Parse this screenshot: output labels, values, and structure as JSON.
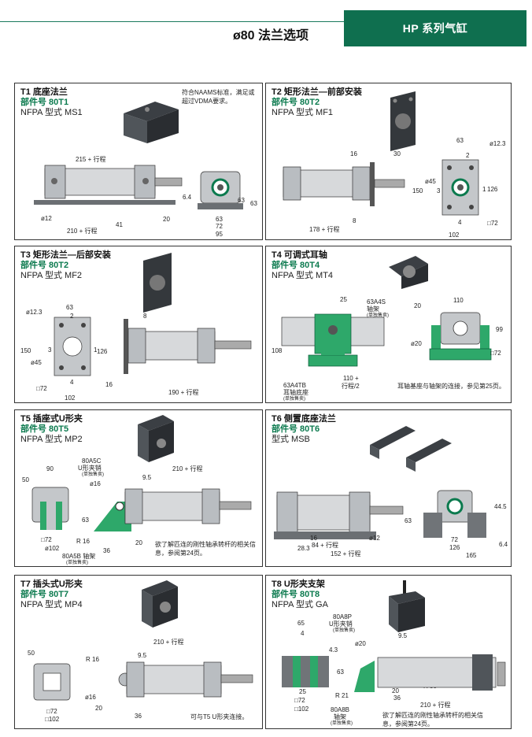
{
  "header": {
    "title": "ø80 法兰选项",
    "series": "HP 系列气缸"
  },
  "panels": [
    {
      "id": "T1",
      "title": "T1 底座法兰",
      "part": "部件号 80T1",
      "style": "NFPA 型式 MS1",
      "note": "符合NAAMS标准，满足或超过VDMA要求。",
      "dims": [
        "215 + 行程",
        "ø12",
        "210 + 行程",
        "41",
        "20",
        "6.4",
        "63",
        "63",
        "72",
        "95",
        "63"
      ]
    },
    {
      "id": "T2",
      "title": "T2 矩形法兰—前部安装",
      "part": "部件号 80T2",
      "style": "NFPA 型式 MF1",
      "dims": [
        "16",
        "30",
        "63",
        "ø12.3",
        "2",
        "ø45",
        "150",
        "3",
        "126",
        "1",
        "4",
        "8",
        "178 + 行程",
        "□72",
        "102"
      ]
    },
    {
      "id": "T3",
      "title": "T3 矩形法兰—后部安装",
      "part": "部件号 80T2",
      "style": "NFPA 型式 MF2",
      "dims": [
        "ø12.3",
        "63",
        "2",
        "8",
        "150",
        "3",
        "1",
        "126",
        "ø45",
        "4",
        "□72",
        "102",
        "16",
        "190 + 行程"
      ]
    },
    {
      "id": "T4",
      "title": "T4 可调式耳轴",
      "part": "部件号 80T4",
      "style": "NFPA 型式 MT4",
      "dims": [
        "25",
        "63A4S",
        "轴架",
        "(单独售卖)",
        "108",
        "110 +",
        "行程/2",
        "63A4TB",
        "耳轴底座",
        "(单独售卖)",
        "110",
        "20",
        "99",
        "ø20",
        "□72"
      ],
      "note": "耳轴基座与轴架的连接，参见第25页。"
    },
    {
      "id": "T5",
      "title": "T5 插座式U形夹",
      "part": "部件号 80T5",
      "style": "NFPA 型式 MP2",
      "dims": [
        "90",
        "80A5C",
        "U形夹销",
        "(单独售卖)",
        "50",
        "ø16",
        "9.5",
        "210 + 行程",
        "63",
        "□72",
        "R 16",
        "ø102",
        "20",
        "36",
        "80A5B 轴架",
        "(单独售卖)"
      ],
      "note": "欲了解匹连的刚性轴承转杆的相关信息，参阅第24页。"
    },
    {
      "id": "T6",
      "title": "T6 侧置底座法兰",
      "part": "部件号 80T6",
      "style": "型式 MSB",
      "dims": [
        "63",
        "ø12",
        "16",
        "84 + 行程",
        "28.3",
        "152 + 行程",
        "44.5",
        "72",
        "126",
        "6.4",
        "165"
      ]
    },
    {
      "id": "T7",
      "title": "T7 插头式U形夹",
      "part": "部件号 80T7",
      "style": "NFPA 型式 MP4",
      "dims": [
        "50",
        "210 + 行程",
        "R 16",
        "9.5",
        "ø16",
        "20",
        "36",
        "□72",
        "□102"
      ],
      "note": "可与T5 U形夹连接。"
    },
    {
      "id": "T8",
      "title": "T8 U形夹支架",
      "part": "部件号 80T8",
      "style": "NFPA 型式 GA",
      "dims": [
        "65",
        "80A8P",
        "U形夹销",
        "(单独售卖)",
        "4",
        "9.5",
        "ø20",
        "4.3",
        "63",
        "R 30",
        "25",
        "R 21",
        "□72",
        "□102",
        "20",
        "36",
        "80A8B",
        "轴架",
        "(单独售卖)",
        "210 + 行程"
      ],
      "note": "欲了解匹连的刚性轴承转杆的相关信息，参阅第24页。"
    }
  ]
}
